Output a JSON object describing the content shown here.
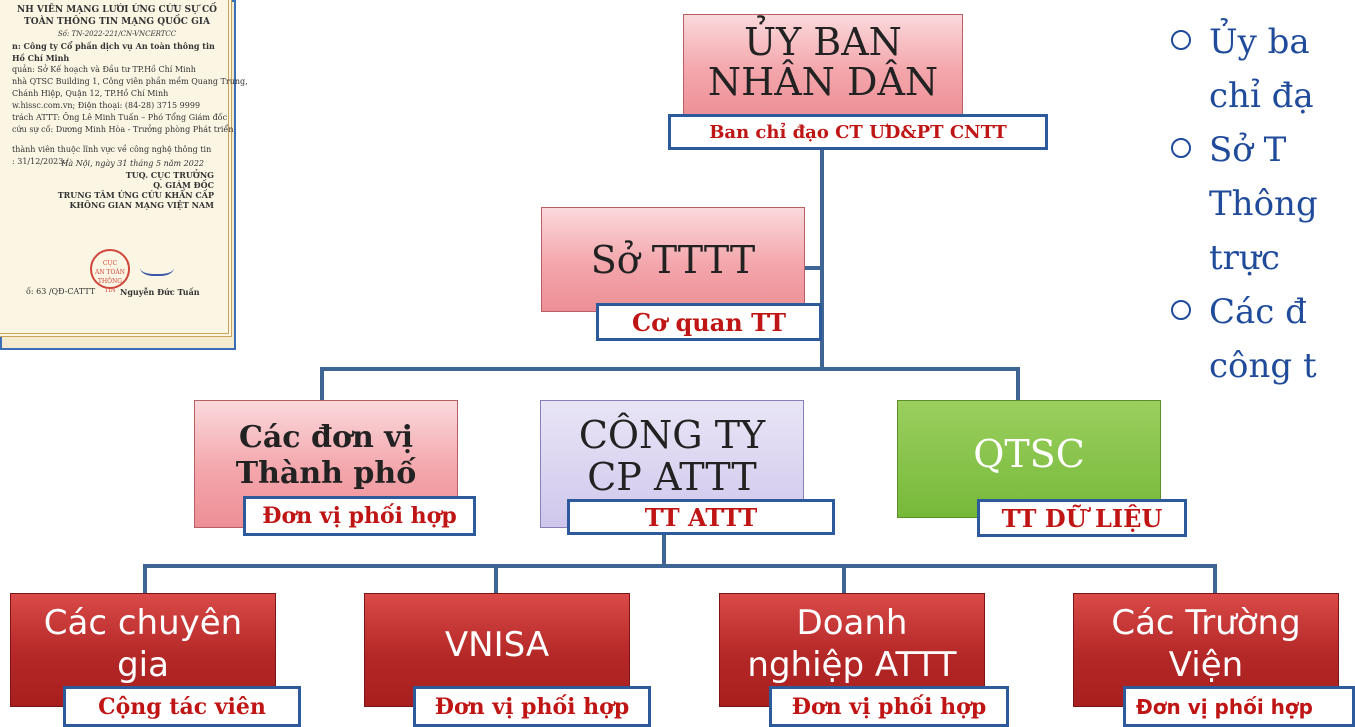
{
  "certificate": {
    "lines": [
      "NH VIÊN MẠNG LƯỚI ỨNG CỨU SỰ CỐ",
      "TOÀN THÔNG TIN MẠNG QUỐC GIA",
      "Số: TN-2022-221/CN-VNCERTCC",
      "n: Công ty Cổ phần dịch vụ An toàn thông tin",
      "Hồ Chí Minh",
      "quản: Sở Kế hoạch và Đầu tư TP.Hồ Chí Minh",
      "nhà QTSC Building 1, Công viên phần mềm Quang Trung,",
      "Chánh Hiệp, Quận 12, TP.Hồ Chí Minh",
      "w.hissc.com.vn;    Điện thoại: (84-28) 3715 9999",
      "trách ATTT: Ông Lê Minh Tuấn – Phó Tổng Giám đốc",
      "cứu sự cố: Dương Minh Hòa - Trưởng phòng Phát triển",
      "thành viên thuộc lĩnh vực về công nghệ thông tin",
      ": 31/12/2023./"
    ],
    "date_line": "Hà Nội, ngày 31 tháng 5 năm 2022",
    "sign_title_1": "TUQ. CỤC TRƯỞNG",
    "sign_title_2": "Q. GIÁM ĐỐC",
    "sign_title_3": "TRUNG TÂM ỨNG CỨU KHẨN CẤP",
    "sign_title_4": "KHÔNG GIAN MẠNG VIỆT NAM",
    "seal_1": "CỤC",
    "seal_2": "AN TOÀN",
    "seal_3": "THÔNG TIN",
    "footer": "ố: 63 /QĐ-CATTT",
    "signer": "Nguyễn Đức Tuấn"
  },
  "org": {
    "top": {
      "title_1": "ỦY BAN",
      "title_2": "NHÂN DÂN",
      "label": "Ban chỉ đạo CT ƯD&PT CNTT"
    },
    "dept": {
      "title": "Sở TTTT",
      "label": "Cơ quan TT"
    },
    "mid": [
      {
        "title_1": "Các đơn vị",
        "title_2": "Thành phố",
        "label": "Đơn vị phối hợp"
      },
      {
        "title_1": "CÔNG TY",
        "title_2": "CP ATTT",
        "label": "TT ATTT"
      },
      {
        "title_1": "QTSC",
        "label": "TT DỮ LIỆU"
      }
    ],
    "bottom": [
      {
        "title_1": "Các chuyên",
        "title_2": "gia",
        "label": "Cộng tác viên"
      },
      {
        "title_1": "VNISA",
        "label": "Đơn vị phối hợp"
      },
      {
        "title_1": "Doanh",
        "title_2": "nghiệp ATTT",
        "label": "Đơn vị phối hợp"
      },
      {
        "title_1": "Các Trường",
        "title_2": "Viện",
        "label": "Đơn vị phối hợp"
      }
    ]
  },
  "bullets": [
    "Ủy ba",
    "chỉ đạ",
    "Sở  T",
    "Thông",
    "trực",
    "Các  đ",
    "công t"
  ],
  "colors": {
    "connector": "#3f6595",
    "label_border": "#2c5a9a",
    "label_text": "#c01515",
    "bullet_text": "#1f4b9a",
    "box_red": "#b42827",
    "box_green": "#76b93a",
    "box_pink": "#f3a6ab",
    "box_lavender": "#cfc7ec"
  }
}
